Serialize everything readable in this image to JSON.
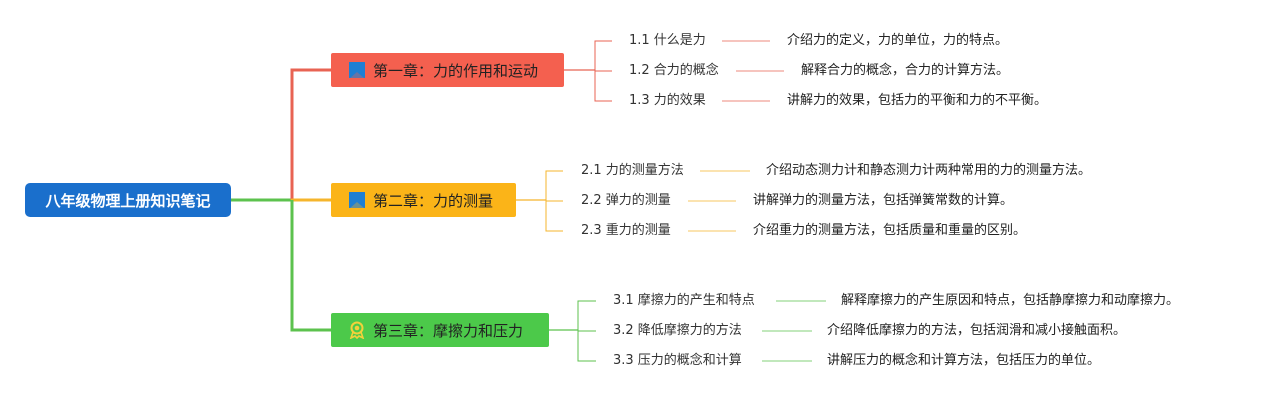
{
  "root": {
    "title": "八年级物理上册知识笔记"
  },
  "chapters": [
    {
      "title": "第一章：力的作用和运动",
      "color": "#f4604f",
      "branch_color": "#e86353",
      "icon": "flag-icon",
      "items": [
        {
          "label": "1.1 什么是力",
          "desc": "介绍力的定义，力的单位，力的特点。"
        },
        {
          "label": "1.2 合力的概念",
          "desc": "解释合力的概念，合力的计算方法。"
        },
        {
          "label": "1.3 力的效果",
          "desc": "讲解力的效果，包括力的平衡和力的不平衡。"
        }
      ]
    },
    {
      "title": "第二章：力的测量",
      "color": "#fbb418",
      "branch_color": "#f5b52c",
      "icon": "flag-icon",
      "items": [
        {
          "label": "2.1 力的测量方法",
          "desc": "介绍动态测力计和静态测力计两种常用的力的测量方法。"
        },
        {
          "label": "2.2 弹力的测量",
          "desc": "讲解弹力的测量方法，包括弹簧常数的计算。"
        },
        {
          "label": "2.3 重力的测量",
          "desc": "介绍重力的测量方法，包括质量和重量的区别。"
        }
      ]
    },
    {
      "title": "第三章：摩擦力和压力",
      "color": "#4cc94a",
      "branch_color": "#5cc24e",
      "icon": "award-icon",
      "items": [
        {
          "label": "3.1 摩擦力的产生和特点",
          "desc": "解释摩擦力的产生原因和特点，包括静摩擦力和动摩擦力。"
        },
        {
          "label": "3.2 降低摩擦力的方法",
          "desc": "介绍降低摩擦力的方法，包括润滑和减小接触面积。"
        },
        {
          "label": "3.3 压力的概念和计算",
          "desc": "讲解压力的概念和计算方法，包括压力的单位。"
        }
      ]
    }
  ]
}
